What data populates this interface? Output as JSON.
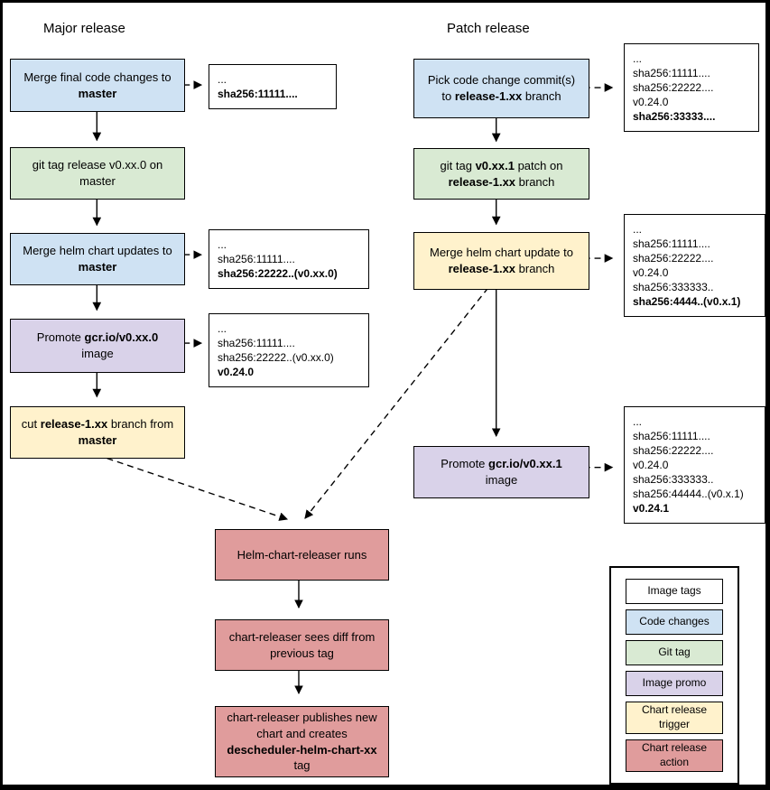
{
  "titles": {
    "major": "Major release",
    "patch": "Patch release"
  },
  "colors": {
    "image_tags": "#ffffff",
    "code_changes": "#cfe2f3",
    "git_tag": "#d9ead3",
    "image_promo": "#d9d2e9",
    "chart_trigger": "#fff2cc",
    "chart_action": "#e09c9c"
  },
  "nodes": {
    "major_merge_code": {
      "segments": [
        {
          "text": "Merge final code changes to "
        },
        {
          "text": "master",
          "bold": true
        }
      ]
    },
    "major_git_tag": {
      "segments": [
        {
          "text": "git tag release v0.xx.0 on master"
        }
      ]
    },
    "major_merge_helm": {
      "segments": [
        {
          "text": "Merge helm chart updates to "
        },
        {
          "text": "master",
          "bold": true
        }
      ]
    },
    "major_promote": {
      "segments": [
        {
          "text": "Promote "
        },
        {
          "text": "gcr.io/v0.xx.0",
          "bold": true
        },
        {
          "text": " image"
        }
      ]
    },
    "major_cut_branch": {
      "segments": [
        {
          "text": "cut "
        },
        {
          "text": "release-1.xx",
          "bold": true
        },
        {
          "text": " branch from "
        },
        {
          "text": "master",
          "bold": true
        }
      ]
    },
    "patch_pick_commits": {
      "segments": [
        {
          "text": "Pick code change commit(s) to "
        },
        {
          "text": "release-1.xx",
          "bold": true
        },
        {
          "text": " branch"
        }
      ]
    },
    "patch_git_tag": {
      "segments": [
        {
          "text": "git tag "
        },
        {
          "text": "v0.xx.1",
          "bold": true
        },
        {
          "text": " patch on "
        },
        {
          "text": "release-1.xx",
          "bold": true
        },
        {
          "text": " branch"
        }
      ]
    },
    "patch_merge_helm": {
      "segments": [
        {
          "text": "Merge helm chart update to "
        },
        {
          "text": "release-1.xx",
          "bold": true
        },
        {
          "text": " branch"
        }
      ]
    },
    "patch_promote": {
      "segments": [
        {
          "text": "Promote "
        },
        {
          "text": "gcr.io/v0.xx.1",
          "bold": true
        },
        {
          "text": " image"
        }
      ]
    },
    "releaser_runs": {
      "segments": [
        {
          "text": "Helm-chart-releaser runs"
        }
      ]
    },
    "releaser_diff": {
      "segments": [
        {
          "text": "chart-releaser sees diff from previous tag"
        }
      ]
    },
    "releaser_publish": {
      "segments": [
        {
          "text": "chart-releaser publishes new chart and creates "
        },
        {
          "text": "descheduler-helm-chart-xx",
          "bold": true
        },
        {
          "text": " tag"
        }
      ]
    }
  },
  "annotations": {
    "major_merge_code_tags": {
      "lines": [
        {
          "text": "..."
        },
        {
          "text": "sha256:11111....",
          "bold": true
        }
      ]
    },
    "major_merge_helm_tags": {
      "lines": [
        {
          "text": "..."
        },
        {
          "text": "sha256:11111...."
        },
        {
          "text": "sha256:22222..(v0.xx.0)",
          "bold": true
        }
      ]
    },
    "major_promote_tags": {
      "lines": [
        {
          "text": "..."
        },
        {
          "text": "sha256:11111...."
        },
        {
          "text": "sha256:22222..(v0.xx.0)"
        },
        {
          "text": "v0.24.0",
          "bold": true
        }
      ]
    },
    "patch_pick_tags": {
      "lines": [
        {
          "text": "..."
        },
        {
          "text": "sha256:11111...."
        },
        {
          "text": "sha256:22222...."
        },
        {
          "text": "v0.24.0"
        },
        {
          "text": "sha256:33333....",
          "bold": true
        }
      ]
    },
    "patch_merge_helm_tags": {
      "lines": [
        {
          "text": "..."
        },
        {
          "text": "sha256:11111...."
        },
        {
          "text": "sha256:22222...."
        },
        {
          "text": "v0.24.0"
        },
        {
          "text": "sha256:333333.."
        },
        {
          "text": "sha256:4444..(v0.x.1)",
          "bold": true
        }
      ]
    },
    "patch_promote_tags": {
      "lines": [
        {
          "text": "..."
        },
        {
          "text": "sha256:11111...."
        },
        {
          "text": "sha256:22222...."
        },
        {
          "text": "v0.24.0"
        },
        {
          "text": "sha256:333333.."
        },
        {
          "text": "sha256:44444..(v0.x.1)"
        },
        {
          "text": "v0.24.1",
          "bold": true
        }
      ]
    }
  },
  "legend": {
    "items": [
      {
        "label": "Image tags",
        "type": "image_tags"
      },
      {
        "label": "Code changes",
        "type": "code_changes"
      },
      {
        "label": "Git tag",
        "type": "git_tag"
      },
      {
        "label": "Image promo",
        "type": "image_promo"
      },
      {
        "label": "Chart release trigger",
        "type": "chart_trigger"
      },
      {
        "label": "Chart release action",
        "type": "chart_action"
      }
    ]
  }
}
